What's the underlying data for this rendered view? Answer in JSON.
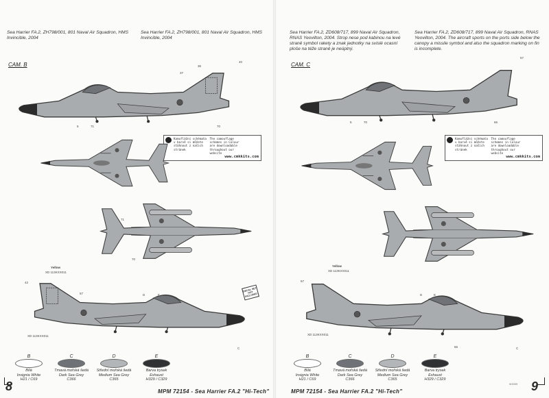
{
  "left": {
    "caption_a": "Sea Harrier FA.2, ZH798/001, 801 Naval Air Squadron, HMS Invincible, 2004",
    "caption_b": "Sea Harrier FA.2, ZH798/001, 801 Naval Air Squadron, HMS Invincible, 2004",
    "camo": "CAM. B",
    "page_number": "8",
    "footer": "MPM 72154 - Sea Harrier FA.2 \"Hi-Tech\"",
    "note": {
      "cz": "Kamuflážní schémata v barvě si můžete stáhnout z našich stránek",
      "en": "The camouflage schemes in Colour are downloadable throughout our website",
      "url": "www.cmkkits.com"
    },
    "yellow_label": "Yellow",
    "serial_top": "XD 113KXX011",
    "serial_bottom": "XD 113KXX011",
    "ref_numbers": [
      "36",
      "37",
      "40",
      "70",
      "5",
      "71",
      "71",
      "70",
      "42",
      "57",
      "D",
      "E",
      "C"
    ],
    "swatches": [
      {
        "letter": "B",
        "lines": [
          "Bílá",
          "Insignia White",
          "H21 / C69"
        ],
        "fill": "#ffffff"
      },
      {
        "letter": "C",
        "lines": [
          "Tmavá mořská šedá",
          "Dark Sea Grey",
          "C366"
        ],
        "fill": "#6f7377"
      },
      {
        "letter": "D",
        "lines": [
          "Střední mořská šedá",
          "Medium Sea Grey",
          "C365"
        ],
        "fill": "#b3b6b8"
      },
      {
        "letter": "E",
        "lines": [
          "Barva trysek",
          "Exhaust",
          "H329 / C329"
        ],
        "fill": "#2f3133"
      }
    ]
  },
  "right": {
    "caption_a": "Sea Harrier FA.2, ZD608/717, 899 Naval Air Squadron, RNAS Yeovilton, 2004. Strop nese pod kabinou na levé straně symbol rakety a znak jednotky na svislé ocasní ploše na téže straně je neúplný.",
    "caption_b": "Sea Harrier FA.2, ZD608/717, 899 Naval Air Squadron, RNAS Yeovilton, 2004. The aircraft sports on the ports side below the canopy a missile symbol and also the squadron marking on fin is incomplete.",
    "camo": "CAM. C",
    "page_number": "9",
    "footer": "MPM 72154 - Sea Harrier FA.2 \"Hi-Tech\"",
    "note": {
      "cz": "Kamuflážní schémata v barvě si můžete stáhnout z našich stránek",
      "en": "The camouflage schemes in Colour are downloadable throughout our website",
      "url": "www.cmkkits.com"
    },
    "yellow_label": "Yellow",
    "serial_top": "XD 113KXX011",
    "serial_bottom": "XD 113KXX011",
    "ref_numbers": [
      "57",
      "5",
      "70",
      "66",
      "67",
      "D",
      "E",
      "C",
      "66"
    ],
    "code": "5/2009",
    "swatches": [
      {
        "letter": "B",
        "lines": [
          "Bílá",
          "Insignia White",
          "H21 / C69"
        ],
        "fill": "#ffffff"
      },
      {
        "letter": "C",
        "lines": [
          "Tmavá mořská šedá",
          "Dark Sea Grey",
          "C366"
        ],
        "fill": "#6f7377"
      },
      {
        "letter": "D",
        "lines": [
          "Střední mořská šedá",
          "Medium Sea Grey",
          "C365"
        ],
        "fill": "#b3b6b8"
      },
      {
        "letter": "E",
        "lines": [
          "Barva trysek",
          "Exhaust",
          "H329 / C329"
        ],
        "fill": "#2f3133"
      }
    ]
  },
  "colors": {
    "aircraft": "#a9acae",
    "outline": "#3a3a3a",
    "nose": "#2b2b2b"
  },
  "stamp_text": "DECAL SET NOT INCLUDED"
}
